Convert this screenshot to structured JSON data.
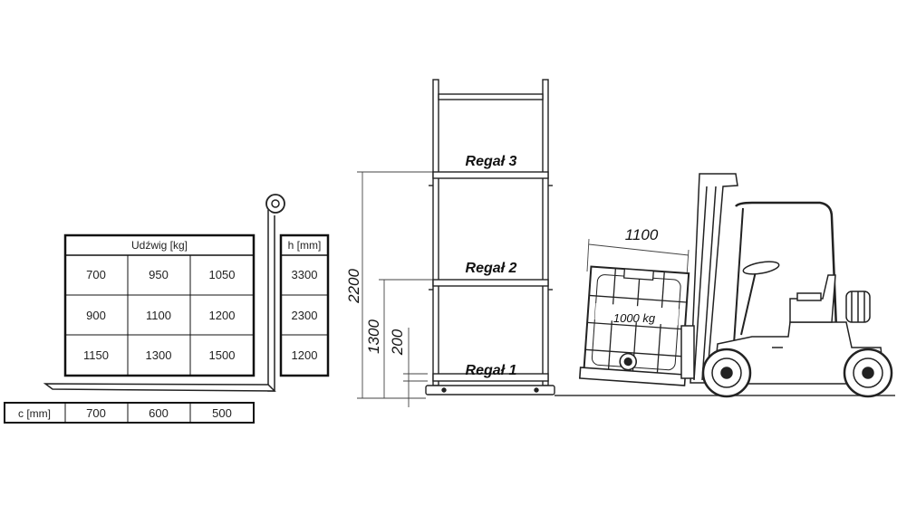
{
  "capacity_table": {
    "header": "Udźwig [kg]",
    "rows": [
      [
        "700",
        "950",
        "1050"
      ],
      [
        "900",
        "1100",
        "1200"
      ],
      [
        "1150",
        "1300",
        "1500"
      ]
    ]
  },
  "height_table": {
    "header": "h [mm]",
    "values": [
      "3300",
      "2300",
      "1200"
    ]
  },
  "center_table": {
    "header": "c [mm]",
    "values": [
      "700",
      "600",
      "500"
    ]
  },
  "rack": {
    "shelves": [
      "Regał 3",
      "Regał 2",
      "Regał 1"
    ],
    "dimensions": [
      "2200",
      "1300",
      "200"
    ]
  },
  "load": {
    "width_label": "1100",
    "weight_label": "1000 kg"
  }
}
